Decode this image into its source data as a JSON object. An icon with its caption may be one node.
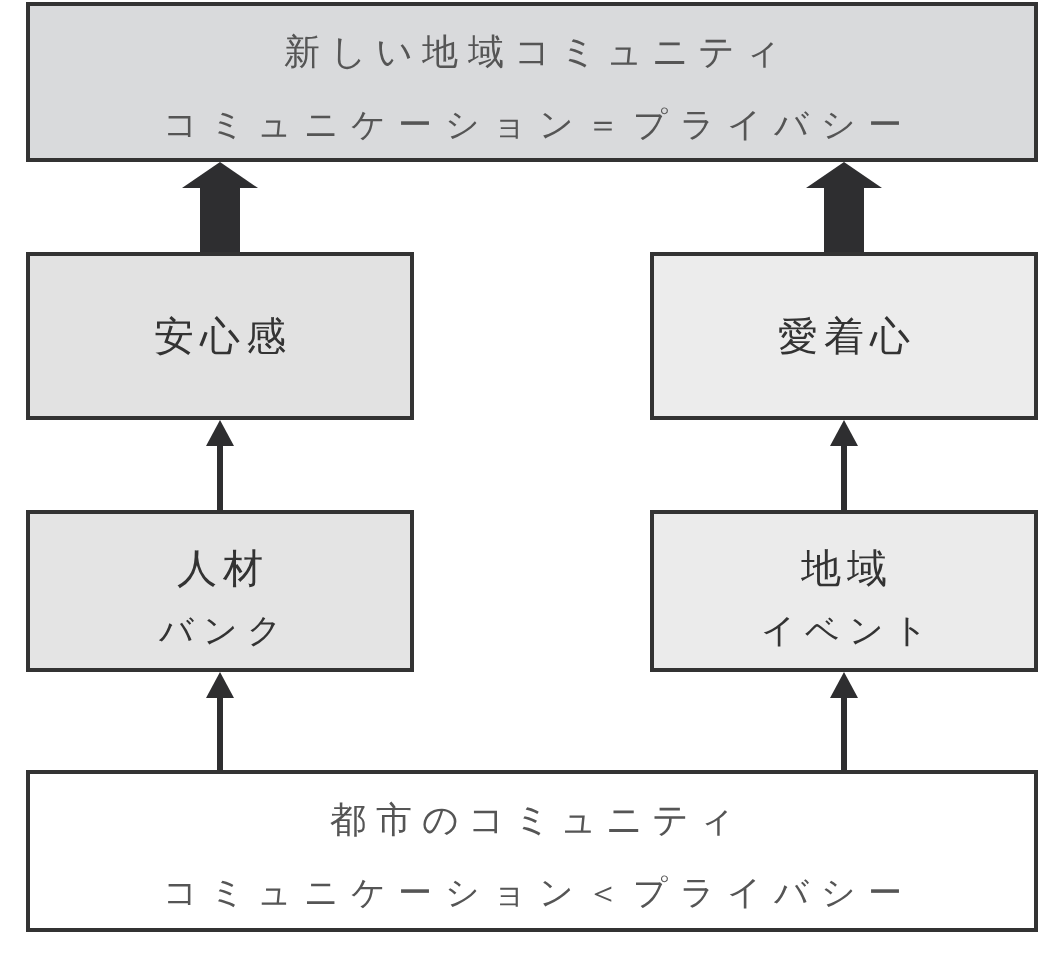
{
  "diagram": {
    "nodes": [
      {
        "text": [
          "新しい地域コミュニティ",
          "コミュニケーション＝プライバシー"
        ]
      },
      {
        "text": [
          "安心感"
        ]
      },
      {
        "text": [
          "愛着心"
        ]
      },
      {
        "text": [
          "人材",
          "バンク"
        ]
      },
      {
        "text": [
          "地域",
          "イベント"
        ]
      },
      {
        "text": [
          "都市のコミュニティ",
          "コミュニケーション＜プライバシー"
        ]
      }
    ],
    "edges": [
      {
        "from": 1,
        "to": 0,
        "arrow": "to",
        "style": "thick"
      },
      {
        "from": 2,
        "to": 0,
        "arrow": "to",
        "style": "thick"
      },
      {
        "from": 3,
        "to": 1,
        "arrow": "to"
      },
      {
        "from": 4,
        "to": 2,
        "arrow": "to"
      },
      {
        "from": 5,
        "to": 3,
        "arrow": "to"
      },
      {
        "from": 5,
        "to": 4,
        "arrow": "to"
      }
    ]
  }
}
